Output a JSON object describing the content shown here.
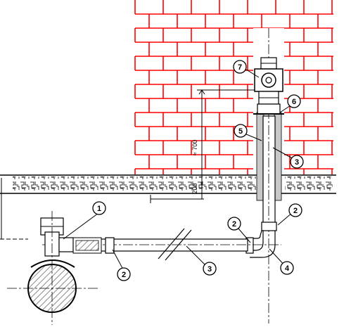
{
  "dimensions": {
    "height_label": "≈ 700",
    "floor_label": "200"
  },
  "callouts": [
    {
      "id": "c1",
      "label": "1"
    },
    {
      "id": "c2a",
      "label": "2"
    },
    {
      "id": "c2b",
      "label": "2"
    },
    {
      "id": "c2c",
      "label": "2"
    },
    {
      "id": "c3a",
      "label": "3"
    },
    {
      "id": "c3b",
      "label": "3"
    },
    {
      "id": "c4",
      "label": "4"
    },
    {
      "id": "c5",
      "label": "5"
    },
    {
      "id": "c6",
      "label": "6"
    },
    {
      "id": "c7",
      "label": "7"
    }
  ],
  "colors": {
    "brick": "#ff0000",
    "line": "#000000",
    "pipe_fill": "#ffffff",
    "sleeve_fill": "#c8c8c8",
    "main_hatch": "#9a9a9a"
  }
}
